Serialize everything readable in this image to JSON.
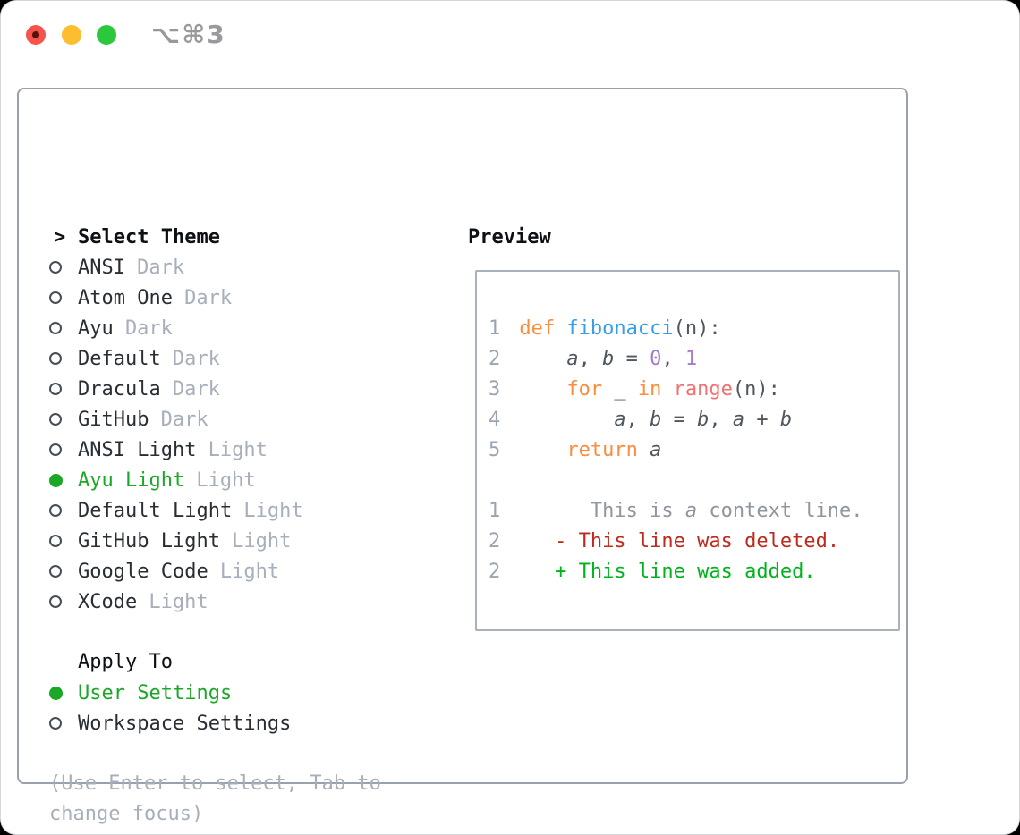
{
  "titlebar": {
    "shortcut": "⌥⌘3",
    "buttons": [
      "close",
      "minimize",
      "zoom"
    ]
  },
  "theme_list": {
    "cursor": ">",
    "header": "Select Theme",
    "items": [
      {
        "name": "ANSI",
        "variant": "Dark",
        "selected": false
      },
      {
        "name": "Atom One",
        "variant": "Dark",
        "selected": false
      },
      {
        "name": "Ayu",
        "variant": "Dark",
        "selected": false
      },
      {
        "name": "Default",
        "variant": "Dark",
        "selected": false
      },
      {
        "name": "Dracula",
        "variant": "Dark",
        "selected": false
      },
      {
        "name": "GitHub",
        "variant": "Dark",
        "selected": false
      },
      {
        "name": "ANSI Light",
        "variant": "Light",
        "selected": false
      },
      {
        "name": "Ayu Light",
        "variant": "Light",
        "selected": true
      },
      {
        "name": "Default Light",
        "variant": "Light",
        "selected": false
      },
      {
        "name": "GitHub Light",
        "variant": "Light",
        "selected": false
      },
      {
        "name": "Google Code",
        "variant": "Light",
        "selected": false
      },
      {
        "name": "XCode",
        "variant": "Light",
        "selected": false
      }
    ]
  },
  "apply_to": {
    "header": "Apply To",
    "options": [
      {
        "label": "User Settings",
        "selected": true
      },
      {
        "label": "Workspace Settings",
        "selected": false
      }
    ]
  },
  "footer_hint": "(Use Enter to select, Tab to change focus)",
  "preview": {
    "label": "Preview",
    "lines": [
      {
        "num": "1",
        "tokens": [
          {
            "t": "def",
            "c": "kw"
          },
          {
            "t": " ",
            "c": "fg"
          },
          {
            "t": "fibonacci",
            "c": "fn"
          },
          {
            "t": "(n):",
            "c": "fg"
          }
        ]
      },
      {
        "num": "2",
        "tokens": [
          {
            "t": "    ",
            "c": "fg"
          },
          {
            "t": "a",
            "c": "fg",
            "i": true
          },
          {
            "t": ", ",
            "c": "fg"
          },
          {
            "t": "b",
            "c": "fg",
            "i": true
          },
          {
            "t": " = ",
            "c": "fg"
          },
          {
            "t": "0",
            "c": "num"
          },
          {
            "t": ", ",
            "c": "fg"
          },
          {
            "t": "1",
            "c": "num"
          }
        ]
      },
      {
        "num": "3",
        "tokens": [
          {
            "t": "    ",
            "c": "fg"
          },
          {
            "t": "for",
            "c": "kw"
          },
          {
            "t": " _ ",
            "c": "fg"
          },
          {
            "t": "in",
            "c": "kw"
          },
          {
            "t": " ",
            "c": "fg"
          },
          {
            "t": "range",
            "c": "call"
          },
          {
            "t": "(n):",
            "c": "fg"
          }
        ]
      },
      {
        "num": "4",
        "tokens": [
          {
            "t": "        ",
            "c": "fg"
          },
          {
            "t": "a",
            "c": "fg",
            "i": true
          },
          {
            "t": ", ",
            "c": "fg"
          },
          {
            "t": "b",
            "c": "fg",
            "i": true
          },
          {
            "t": " = ",
            "c": "fg"
          },
          {
            "t": "b",
            "c": "fg",
            "i": true
          },
          {
            "t": ", ",
            "c": "fg"
          },
          {
            "t": "a",
            "c": "fg",
            "i": true
          },
          {
            "t": " + ",
            "c": "fg"
          },
          {
            "t": "b",
            "c": "fg",
            "i": true
          }
        ]
      },
      {
        "num": "5",
        "tokens": [
          {
            "t": "    ",
            "c": "fg"
          },
          {
            "t": "return",
            "c": "kw"
          },
          {
            "t": " ",
            "c": "fg"
          },
          {
            "t": "a",
            "c": "fg",
            "i": true
          }
        ]
      },
      {
        "num": "",
        "tokens": []
      },
      {
        "num": "1",
        "tokens": [
          {
            "t": "      This is ",
            "c": "ctx"
          },
          {
            "t": "a",
            "c": "ctx",
            "i": true
          },
          {
            "t": " context line.",
            "c": "ctx"
          }
        ]
      },
      {
        "num": "2",
        "tokens": [
          {
            "t": "   - This line ",
            "c": "del"
          },
          {
            "t": "was",
            "c": "del"
          },
          {
            "t": " deleted.",
            "c": "del"
          }
        ]
      },
      {
        "num": "2",
        "tokens": [
          {
            "t": "   + This line ",
            "c": "add"
          },
          {
            "t": "was",
            "c": "add"
          },
          {
            "t": " added.",
            "c": "add"
          }
        ]
      }
    ]
  },
  "colors": {
    "window_bg": "#ffffff",
    "page_bg": "#000000",
    "titlebar_text": "#98989d",
    "traffic_red": "#f4544c",
    "traffic_yellow": "#fcbd2e",
    "traffic_green": "#2bc83e",
    "traffic_red_dot": "#58100a",
    "panel_border": "#98a1ac",
    "preview_border": "#a9b1bb",
    "header_text": "#0d1116",
    "item_name": "#282e34",
    "item_variant": "#a7afbb",
    "selection_green": "#1aa826",
    "marker_ring": "#464e56",
    "hint_text": "#a7afbb",
    "line_number": "#9aa4b2",
    "code_foreground": "#4f565e",
    "keyword_orange": "#fa8d3e",
    "function_blue": "#399ee6",
    "builtin_coral": "#f07171",
    "number_purple": "#a37acc",
    "diff_context": "#8f969e",
    "diff_deleted": "#c02a1d",
    "diff_added": "#00b31c"
  }
}
